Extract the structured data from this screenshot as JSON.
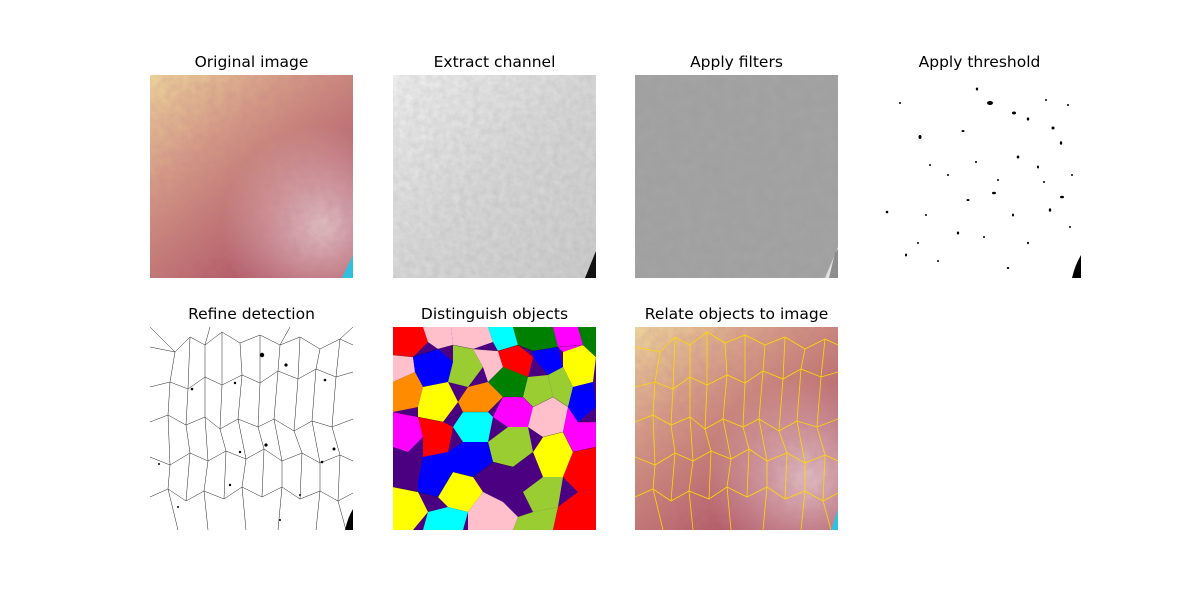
{
  "figure": {
    "panels": [
      {
        "id": "original",
        "title": "Original image",
        "icon": "photo-icon"
      },
      {
        "id": "channel",
        "title": "Extract channel",
        "icon": "grayscale-icon"
      },
      {
        "id": "filters",
        "title": "Apply filters",
        "icon": "filter-icon"
      },
      {
        "id": "threshold",
        "title": "Apply threshold",
        "icon": "threshold-icon"
      },
      {
        "id": "refine",
        "title": "Refine detection",
        "icon": "skeleton-icon"
      },
      {
        "id": "distinguish",
        "title": "Distinguish objects",
        "icon": "segments-icon"
      },
      {
        "id": "relate",
        "title": "Relate objects to image",
        "icon": "overlay-icon"
      }
    ],
    "colors": {
      "skin_light": "#f0d8a0",
      "skin_dark": "#a0404a",
      "edge_cyan": "#30c0e0",
      "overlay_line": "#ffd700",
      "segment_palette": [
        "#ff0000",
        "#0000ff",
        "#ffff00",
        "#008000",
        "#ffc0cb",
        "#ff8c00",
        "#00ffff",
        "#ff00ff",
        "#4b0082",
        "#9acd32"
      ]
    }
  }
}
